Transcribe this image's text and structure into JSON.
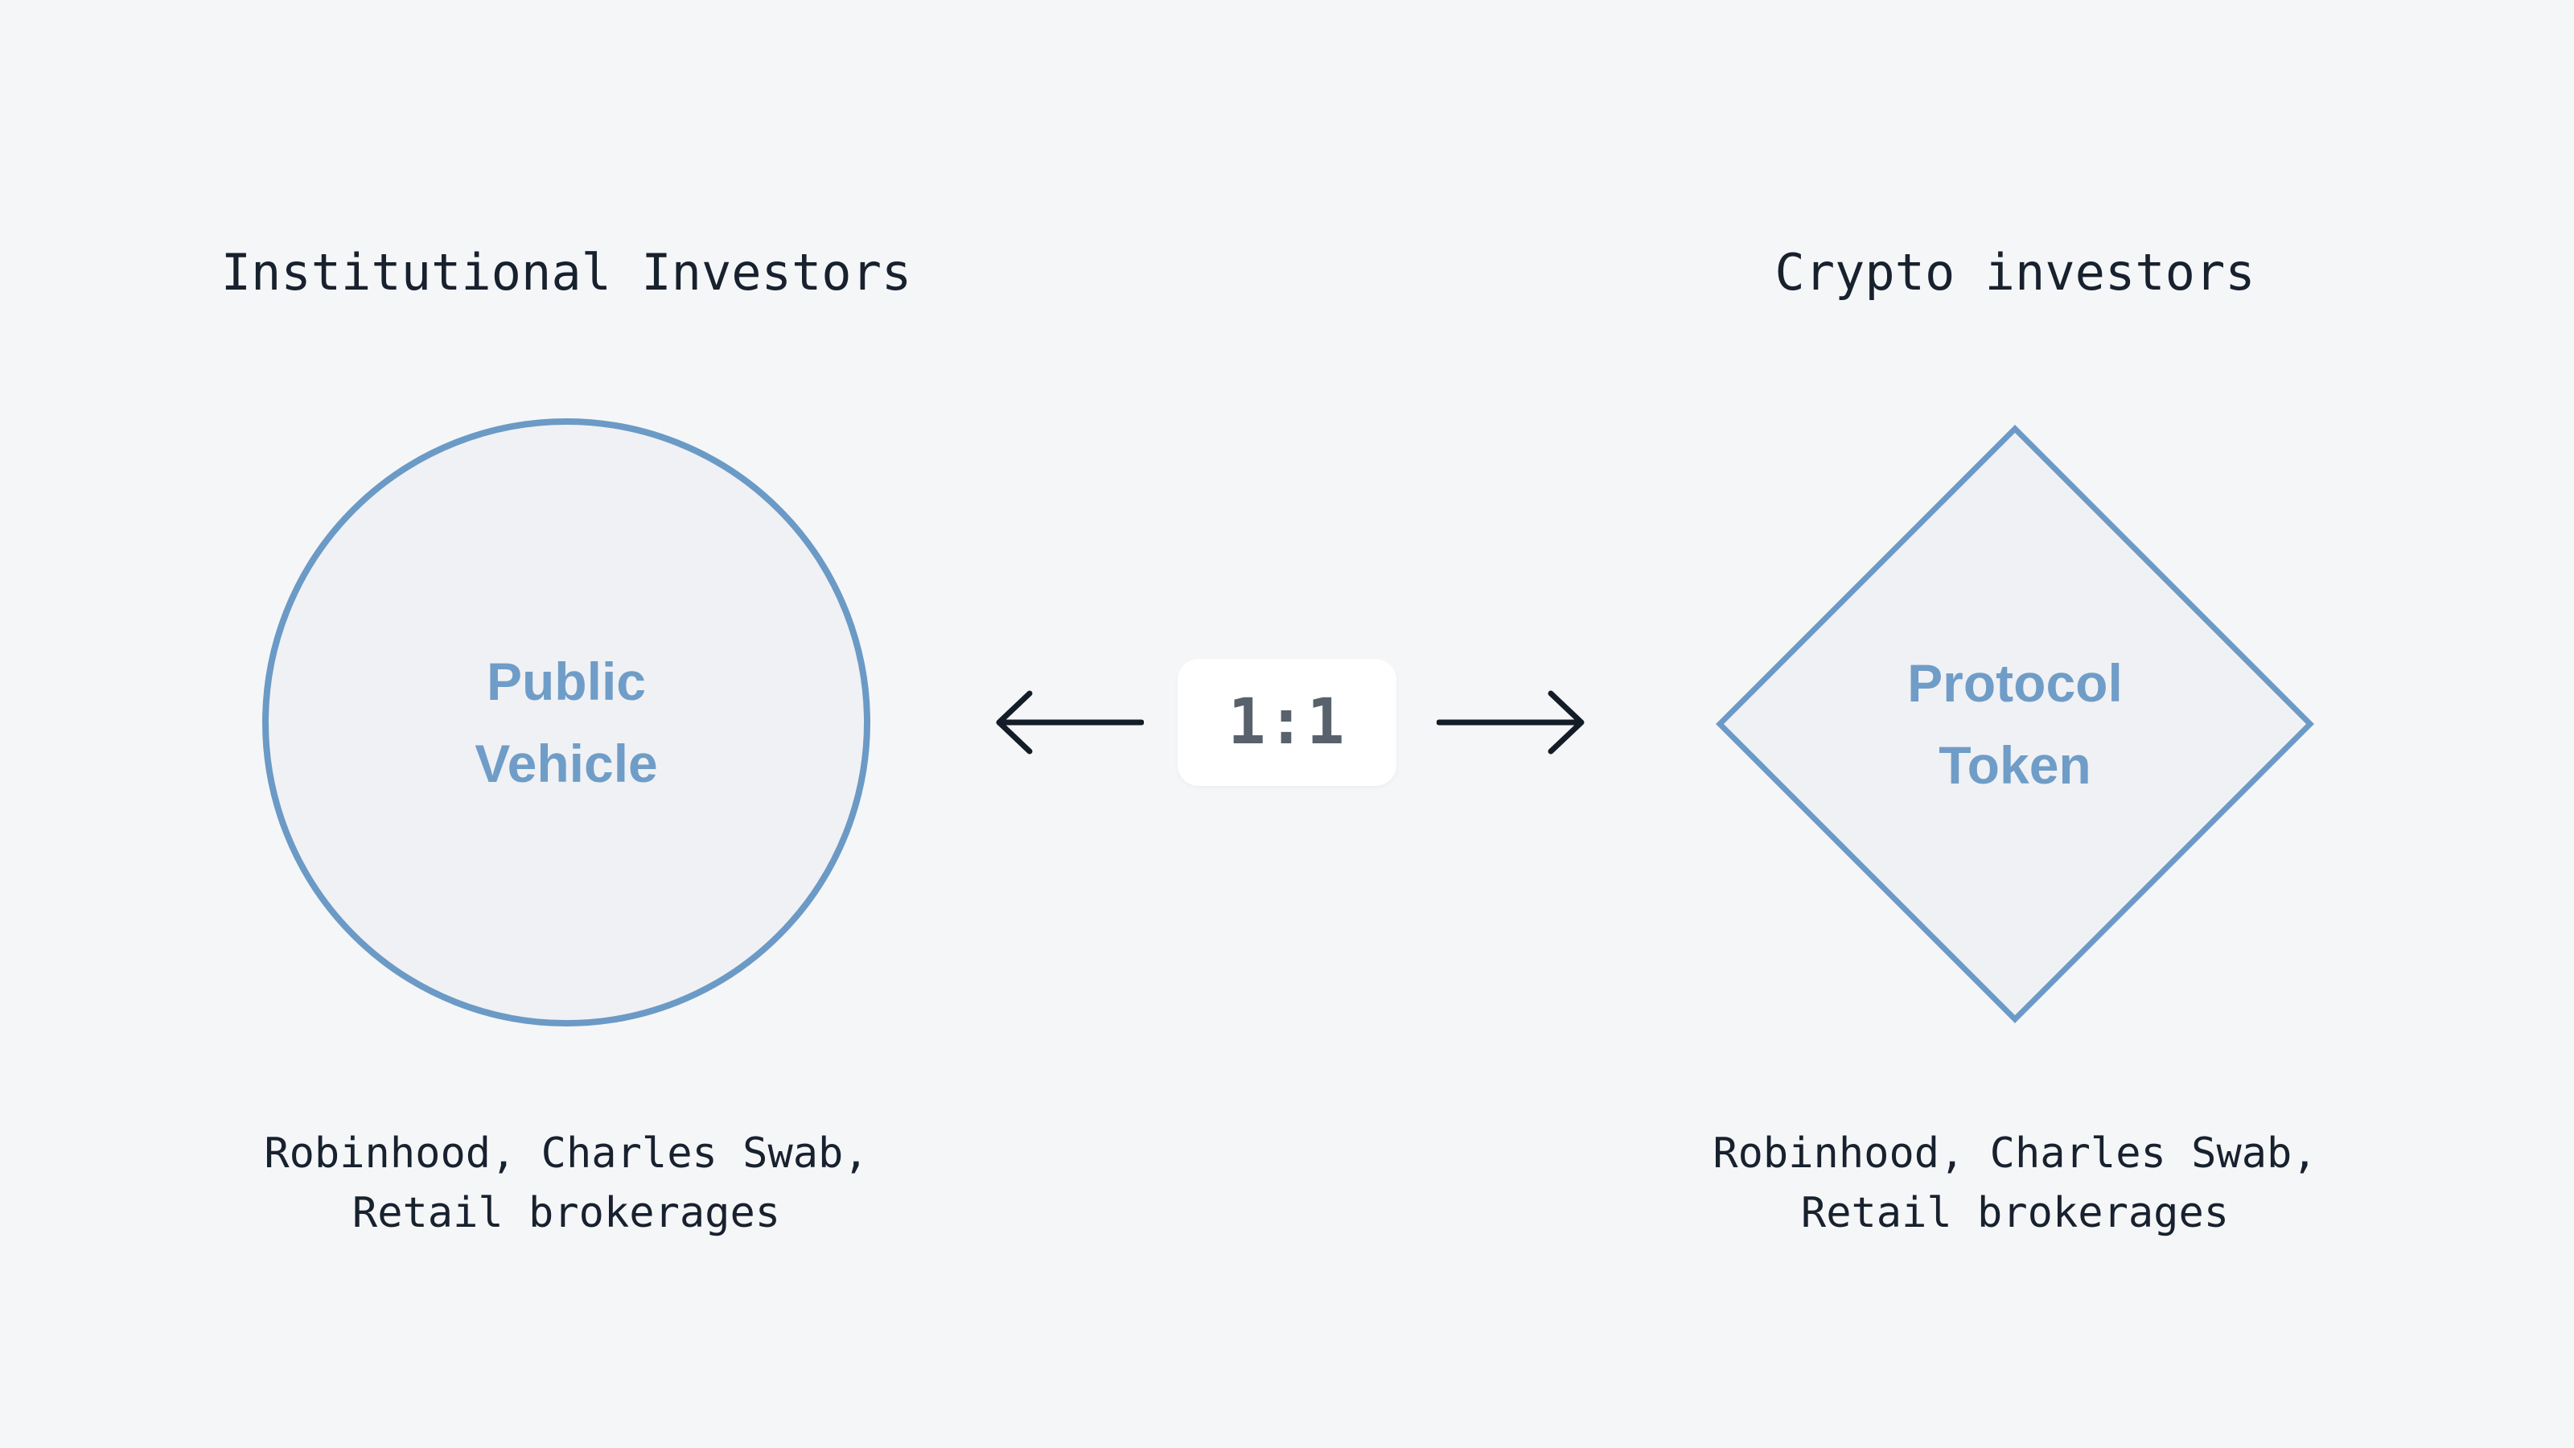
{
  "diagram": {
    "left": {
      "header": "Institutional Investors",
      "shape_type": "circle",
      "label_lines": [
        "Public",
        "Vehicle"
      ],
      "caption_lines": [
        "Robinhood, Charles Swab,",
        "Retail brokerages"
      ]
    },
    "right": {
      "header": "Crypto investors",
      "shape_type": "diamond",
      "label_lines": [
        "Protocol",
        "Token"
      ],
      "caption_lines": [
        "Robinhood, Charles Swab,",
        "Retail brokerages"
      ]
    },
    "center": {
      "ratio_label": "1:1",
      "left_arrow_icon": "arrow-left-icon",
      "right_arrow_icon": "arrow-right-icon"
    },
    "colors": {
      "background": "#f5f6f8",
      "shape_fill": "#f0f1f4",
      "shape_stroke": "#6b9ac6",
      "shape_label": "#6f9dc8",
      "text_dark": "#18212e",
      "arrow": "#141c28",
      "ratio_text": "#59626c",
      "ratio_box_bg": "#ffffff"
    }
  }
}
